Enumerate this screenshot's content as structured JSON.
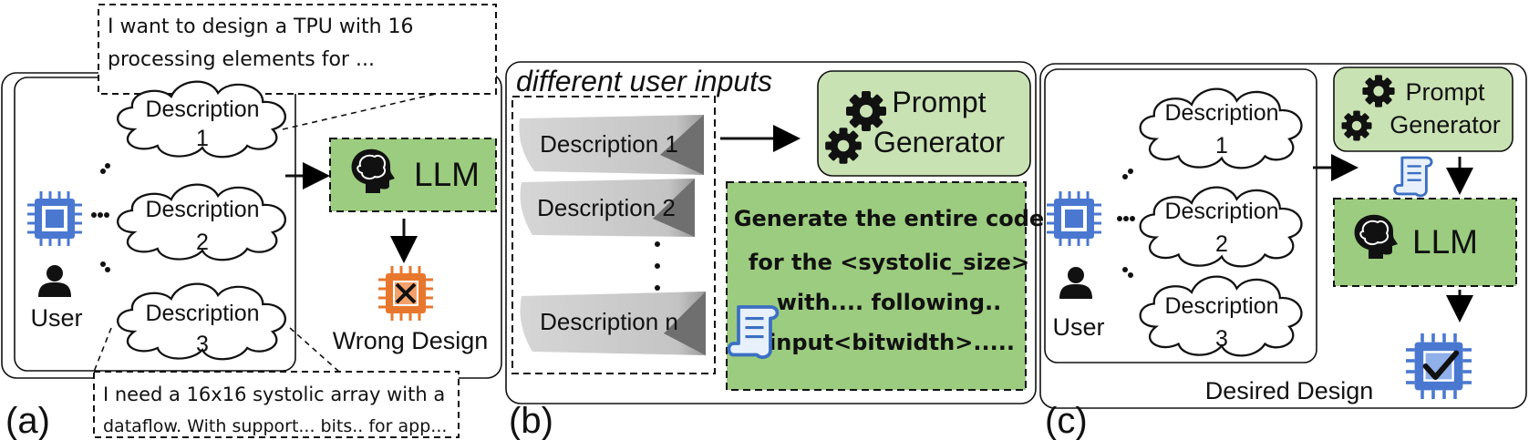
{
  "panel_a": {
    "label": "(a)",
    "top_note": [
      "I want to design a TPU with 16",
      "processing elements for ..."
    ],
    "bottom_note": [
      "I need a 16x16 systolic array with a",
      "dataflow. With support... bits.. for app..."
    ],
    "descriptions": [
      {
        "text": "Description",
        "num": "1"
      },
      {
        "text": "Description",
        "num": "2"
      },
      {
        "text": "Description",
        "num": "3"
      }
    ],
    "user_label": "User",
    "llm_label": "LLM",
    "result_label": "Wrong Design"
  },
  "panel_b": {
    "label": "(b)",
    "heading": "different user inputs",
    "inputs": [
      "Description 1",
      "Description 2",
      "Description n"
    ],
    "prompt_generator": [
      "Prompt",
      "Generator"
    ],
    "generated_prompt": [
      "Generate the entire code",
      "for the <systolic_size>",
      "with.... following..",
      "input<bitwidth>....."
    ]
  },
  "panel_c": {
    "label": "(c)",
    "descriptions": [
      {
        "text": "Description",
        "num": "1"
      },
      {
        "text": "Description",
        "num": "2"
      },
      {
        "text": "Description",
        "num": "3"
      }
    ],
    "user_label": "User",
    "prompt_generator": [
      "Prompt",
      "Generator"
    ],
    "llm_label": "LLM",
    "result_label": "Desired Design"
  },
  "colors": {
    "green_fill": "#c9e2b3",
    "green_dark": "#9ccc7f",
    "chip_blue": "#4a78d0",
    "chip_orange": "#e8772e",
    "ribbon_gray": "#bdbdbd"
  }
}
